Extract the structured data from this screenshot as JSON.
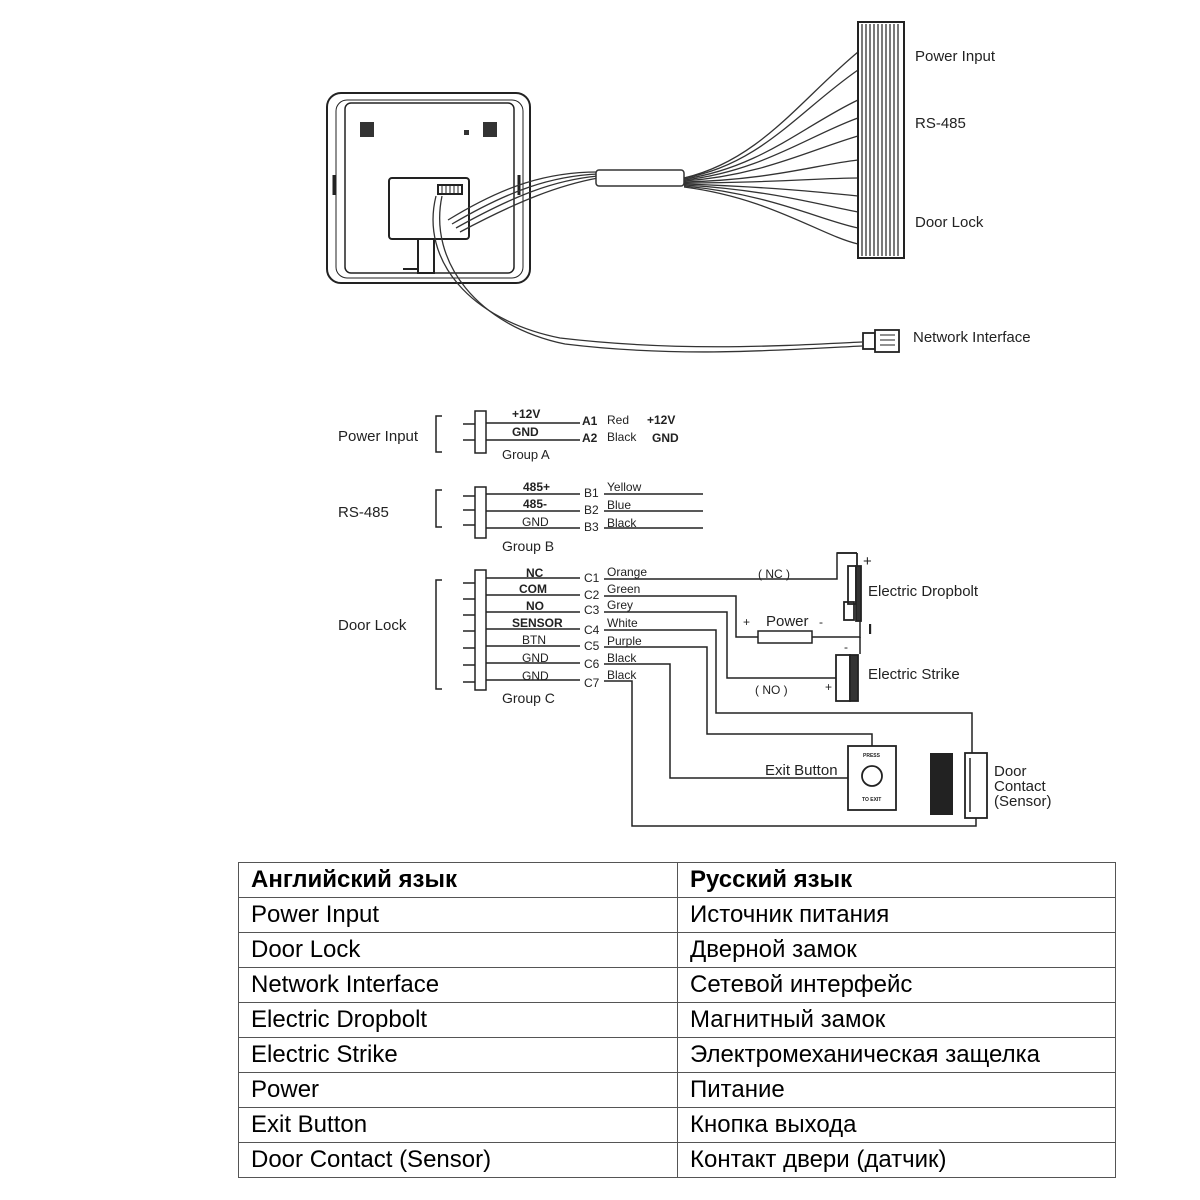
{
  "device": {
    "connector_labels": {
      "power_input": "Power Input",
      "rs485": "RS-485",
      "door_lock": "Door Lock",
      "network_interface": "Network Interface"
    }
  },
  "wiring": {
    "group_a": {
      "label": "Power Input",
      "group": "Group A",
      "pins": [
        {
          "name": "+12V",
          "id": "A1",
          "color": "Red",
          "target": "+12V"
        },
        {
          "name": "GND",
          "id": "A2",
          "color": "Black",
          "target": "GND"
        }
      ]
    },
    "group_b": {
      "label": "RS-485",
      "group": "Group B",
      "pins": [
        {
          "name": "485+",
          "id": "B1",
          "color": "Yellow"
        },
        {
          "name": "485-",
          "id": "B2",
          "color": "Blue"
        },
        {
          "name": "GND",
          "id": "B3",
          "color": "Black"
        }
      ]
    },
    "group_c": {
      "label": "Door Lock",
      "group": "Group C",
      "pins": [
        {
          "name": "NC",
          "id": "C1",
          "color": "Orange"
        },
        {
          "name": "COM",
          "id": "C2",
          "color": "Green"
        },
        {
          "name": "NO",
          "id": "C3",
          "color": "Grey"
        },
        {
          "name": "SENSOR",
          "id": "C4",
          "color": "White"
        },
        {
          "name": "BTN",
          "id": "C5",
          "color": "Purple"
        },
        {
          "name": "GND",
          "id": "C6",
          "color": "Black"
        },
        {
          "name": "GND",
          "id": "C7",
          "color": "Black"
        }
      ]
    },
    "devices": {
      "dropbolt": "Electric Dropbolt",
      "strike": "Electric Strike",
      "power": "Power",
      "nc": "( NC )",
      "no": "( NO )",
      "exit_button": "Exit Button",
      "press": "PRESS",
      "to_exit": "TO EXIT",
      "door_contact_1": "Door",
      "door_contact_2": "Contact",
      "door_contact_3": "(Sensor)",
      "plus": "+",
      "minus": "-"
    }
  },
  "table": {
    "headers": [
      "Английский язык",
      "Русский язык"
    ],
    "rows": [
      [
        "Power Input",
        "Источник питания"
      ],
      [
        "Door Lock",
        "Дверной замок"
      ],
      [
        "Network Interface",
        "Сетевой интерфейс"
      ],
      [
        "Electric Dropbolt",
        "Магнитный замок"
      ],
      [
        "Electric Strike",
        "Электромеханическая защелка"
      ],
      [
        "Power",
        "Питание"
      ],
      [
        "Exit Button",
        "Кнопка выхода"
      ],
      [
        "Door Contact (Sensor)",
        "Контакт двери (датчик)"
      ]
    ]
  }
}
